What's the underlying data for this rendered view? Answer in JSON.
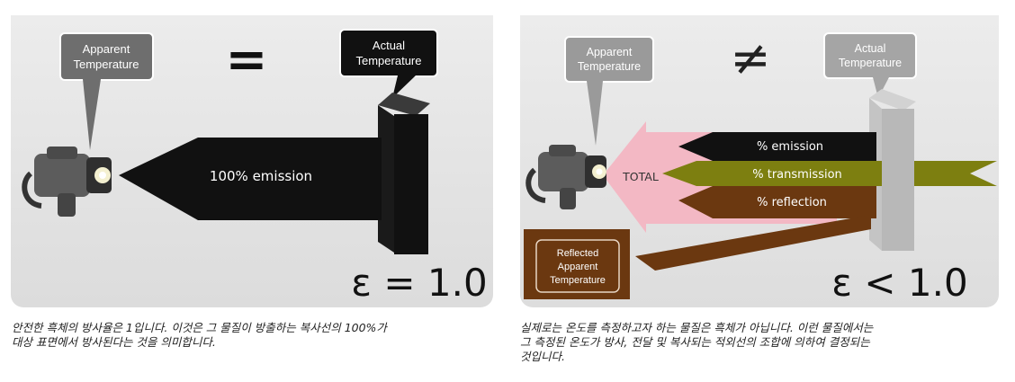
{
  "left_panel": {
    "apparent_label_line1": "Apparent",
    "apparent_label_line2": "Temperature",
    "relation_symbol": "=",
    "actual_label_line1": "Actual",
    "actual_label_line2": "Temperature",
    "emission_label": "100% emission",
    "epsilon_label": "ε = 1.0",
    "caption_line1": "안전한 흑체의 방사율은 1입니다. 이것은 그 물질이 방출하는 복사선의 100%가",
    "caption_line2": "대상 표면에서 방사된다는 것을 의미합니다."
  },
  "right_panel": {
    "apparent_label_line1": "Apparent",
    "apparent_label_line2": "Temperature",
    "relation_symbol": "≠",
    "actual_label_line1": "Actual",
    "actual_label_line2": "Temperature",
    "total_label": "TOTAL",
    "emission_label": "% emission",
    "transmission_label": "% transmission",
    "reflection_label": "% reflection",
    "reflected_label_line1": "Reflected",
    "reflected_label_line2": "Apparent",
    "reflected_label_line3": "Temperature",
    "epsilon_label": "ε < 1.0",
    "caption_line1": "실제로는 온도를 측정하고자 하는 물질은 흑체가 아닙니다. 이런 물질에서는",
    "caption_line2": "그 측정된 온도가 방사, 전달 및 복사되는 적외선의 조합에 의하여 결정되는",
    "caption_line3": "것입니다."
  },
  "colors": {
    "callout_gray": "#6e6e6e",
    "callout_dark": "#111111",
    "emission_black": "#111111",
    "transmission_olive": "#7d7f10",
    "reflection_brown": "#6b3810",
    "total_pink": "#f3b8c4",
    "wall_gray": "#b8b8b8"
  }
}
